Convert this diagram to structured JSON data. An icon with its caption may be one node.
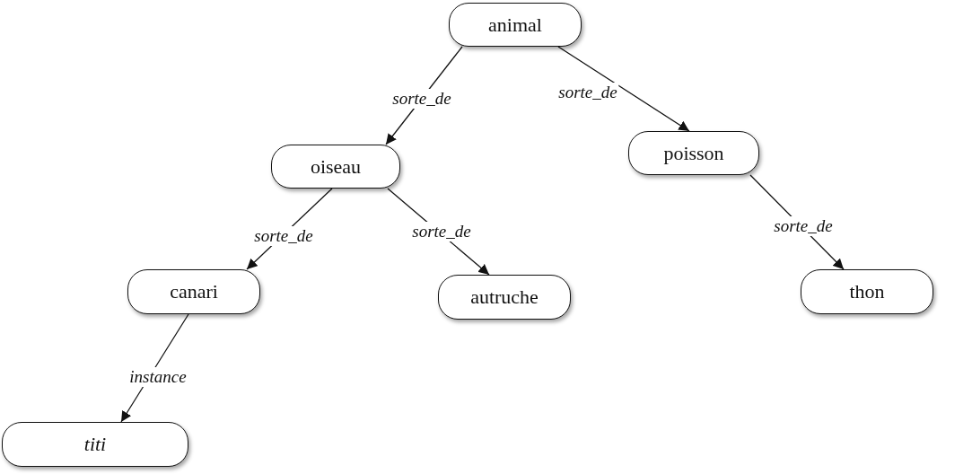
{
  "diagram": {
    "nodes": [
      {
        "text": [
          "animal"
        ]
      },
      {
        "text": [
          "oiseau"
        ]
      },
      {
        "text": [
          "poisson"
        ]
      },
      {
        "text": [
          "canari"
        ]
      },
      {
        "text": [
          "autruche"
        ]
      },
      {
        "text": [
          "thon"
        ]
      },
      {
        "text": [
          "titi"
        ]
      }
    ],
    "edges": [
      {
        "from": 0,
        "to": 1,
        "arrow": "to",
        "label": "sorte_de"
      },
      {
        "from": 0,
        "to": 2,
        "arrow": "to",
        "label": "sorte_de"
      },
      {
        "from": 1,
        "to": 3,
        "arrow": "to",
        "label": "sorte_de"
      },
      {
        "from": 1,
        "to": 4,
        "arrow": "to",
        "label": "sorte_de"
      },
      {
        "from": 2,
        "to": 5,
        "arrow": "to",
        "label": "sorte_de"
      },
      {
        "from": 3,
        "to": 6,
        "arrow": "to",
        "label": "instance"
      }
    ]
  }
}
